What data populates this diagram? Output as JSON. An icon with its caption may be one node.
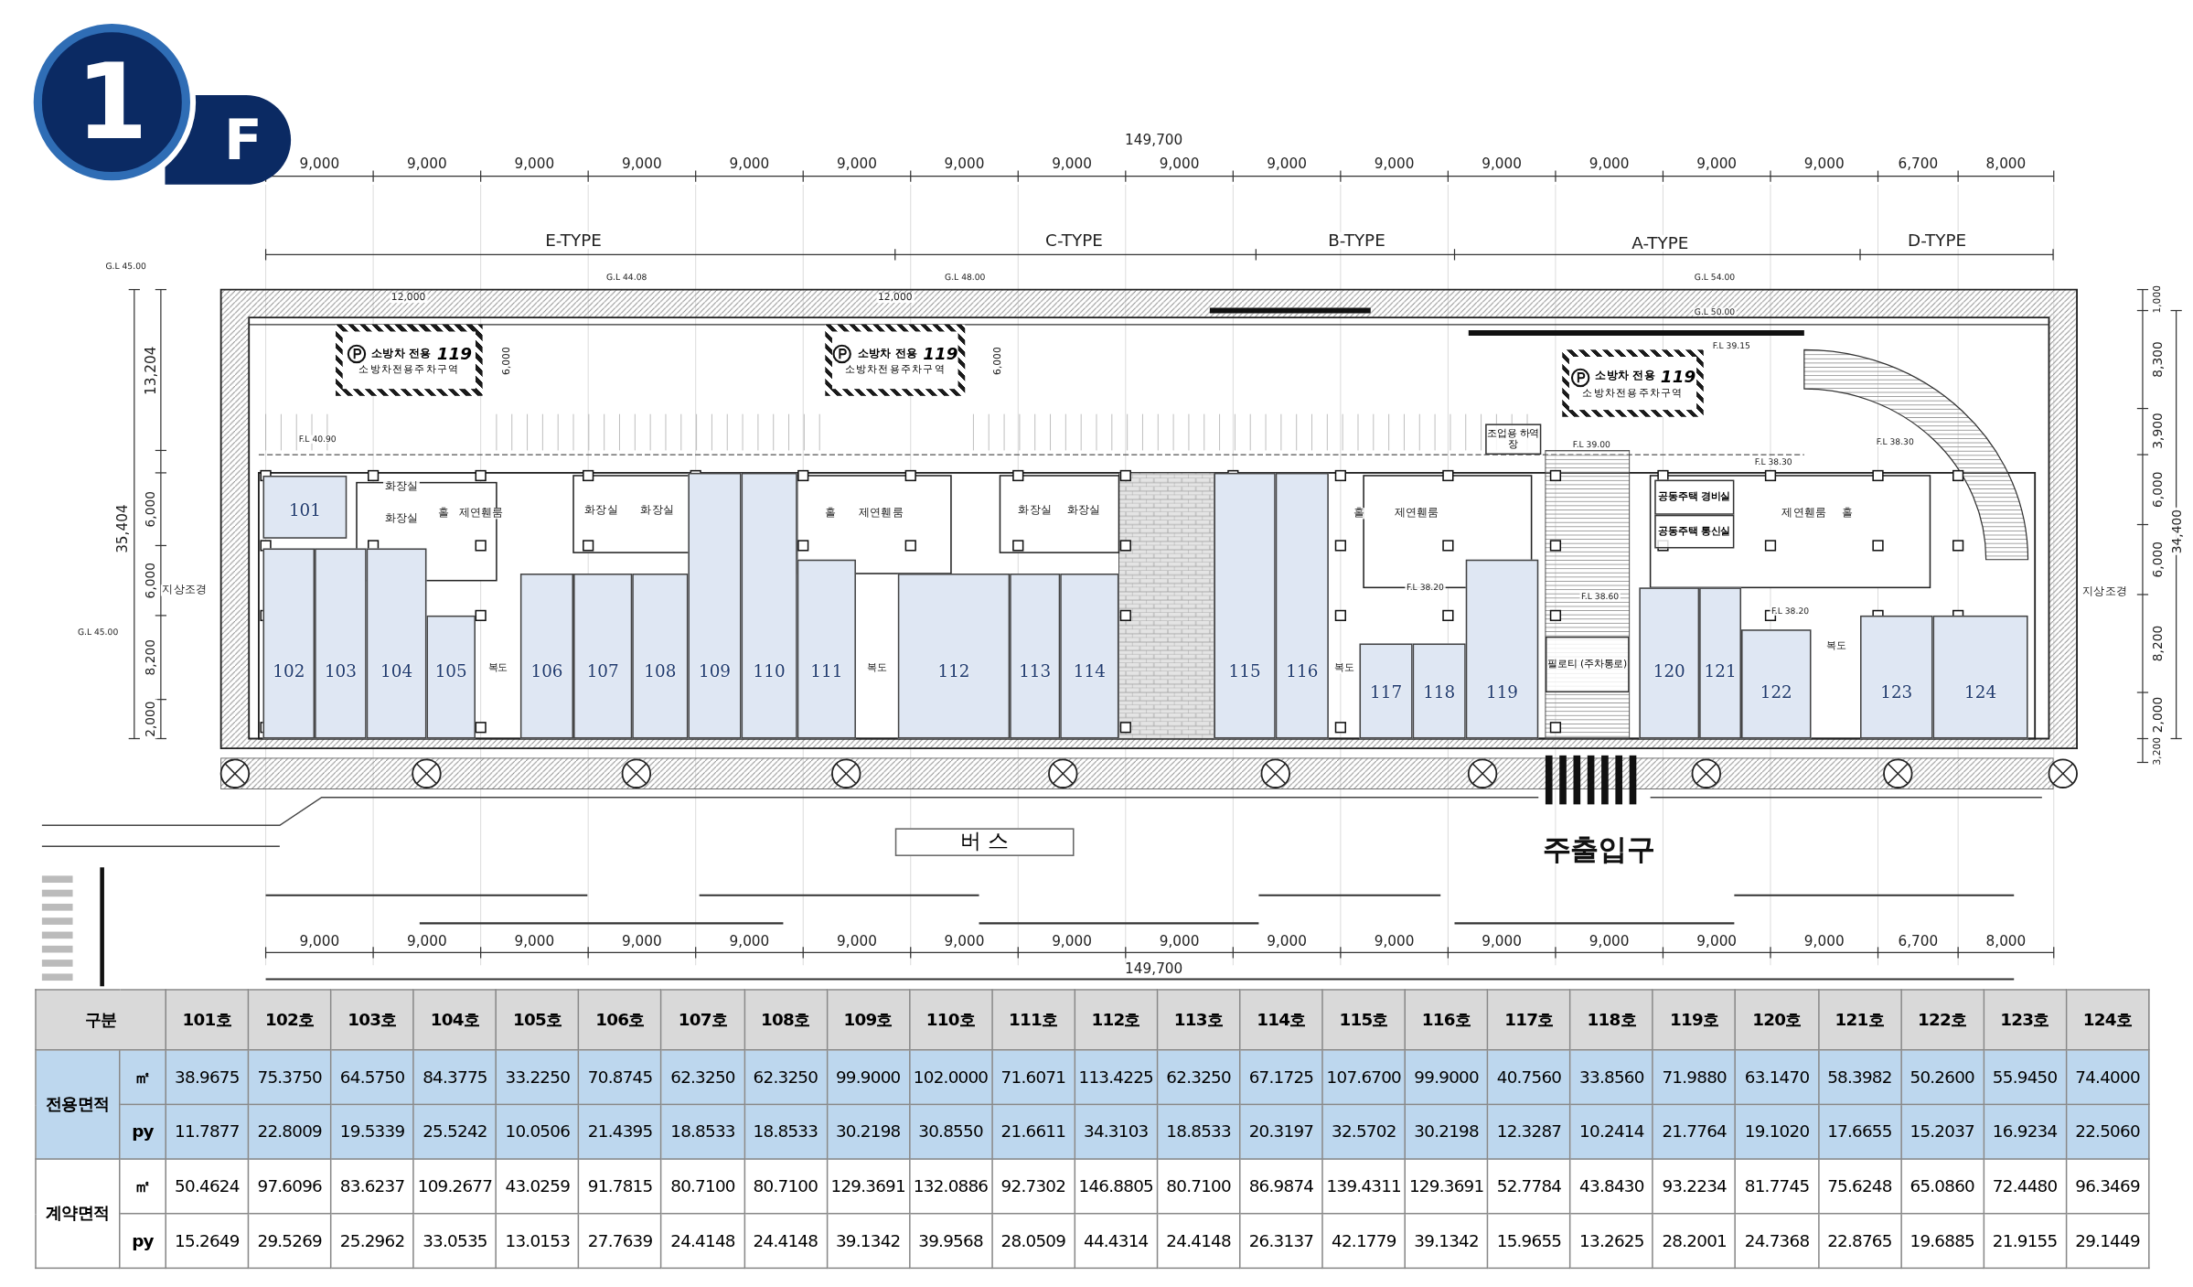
{
  "diagram": {
    "nodes": [
      {
        "text": [
          "101"
        ]
      },
      {
        "text": [
          "102"
        ]
      },
      {
        "text": [
          "103"
        ]
      },
      {
        "text": [
          "104"
        ]
      },
      {
        "text": [
          "105"
        ]
      },
      {
        "text": [
          "106"
        ]
      },
      {
        "text": [
          "107"
        ]
      },
      {
        "text": [
          "108"
        ]
      },
      {
        "text": [
          "109"
        ]
      },
      {
        "text": [
          "110"
        ]
      },
      {
        "text": [
          "111"
        ]
      },
      {
        "text": [
          "112"
        ]
      },
      {
        "text": [
          "113"
        ]
      },
      {
        "text": [
          "114"
        ]
      },
      {
        "text": [
          "115"
        ]
      },
      {
        "text": [
          "116"
        ]
      },
      {
        "text": [
          "117"
        ]
      },
      {
        "text": [
          "118"
        ]
      },
      {
        "text": [
          "119"
        ]
      },
      {
        "text": [
          "120"
        ]
      },
      {
        "text": [
          "121"
        ]
      },
      {
        "text": [
          "122"
        ]
      },
      {
        "text": [
          "123"
        ]
      },
      {
        "text": [
          "124"
        ]
      },
      {
        "text": [
          "소방차 전용",
          "119",
          "소방차전용주차구역"
        ]
      },
      {
        "text": [
          "소방차 전용",
          "119",
          "소방차전용주차구역"
        ]
      },
      {
        "text": [
          "소방차 전용",
          "119",
          "소방차전용주차구역"
        ]
      },
      {
        "text": [
          "공동주택 경비실"
        ]
      },
      {
        "text": [
          "공동주택 통신실"
        ]
      },
      {
        "text": [
          "필로티 (주차통로)"
        ]
      },
      {
        "text": [
          "조업용 하역장"
        ]
      },
      {
        "text": [
          "버 스"
        ]
      }
    ],
    "labels": [
      "1",
      "F",
      "149,700",
      "9,000",
      "9,000",
      "9,000",
      "9,000",
      "9,000",
      "9,000",
      "9,000",
      "9,000",
      "9,000",
      "9,000",
      "9,000",
      "9,000",
      "9,000",
      "9,000",
      "9,000",
      "6,700",
      "8,000",
      "E-TYPE",
      "C-TYPE",
      "B-TYPE",
      "A-TYPE",
      "D-TYPE",
      "G.L 45.00",
      "G.L 44.08",
      "G.L 48.00",
      "G.L 54.00",
      "G.L 50.00",
      "12,000",
      "12,000",
      "6,000",
      "6,000",
      "F.L 40.90",
      "F.L 39.00",
      "F.L 39.15",
      "F.L 38.30",
      "F.L 38.30",
      "13,204",
      "35,404",
      "6,000",
      "6,000",
      "8,200",
      "2,000",
      "G.L 45.00",
      "1,000",
      "8,300",
      "3,900",
      "6,000",
      "34,400",
      "6,000",
      "8,200",
      "2,000",
      "3,200",
      "F.L 38.20",
      "F.L 38.20",
      "F.L 38.60",
      "9,000",
      "9,000",
      "9,000",
      "9,000",
      "9,000",
      "9,000",
      "9,000",
      "9,000",
      "9,000",
      "9,000",
      "9,000",
      "9,000",
      "9,000",
      "9,000",
      "9,000",
      "6,700",
      "8,000",
      "149,700",
      "지상조경",
      "지상조경",
      "복도",
      "복도",
      "복도",
      "복도",
      "홀",
      "제연휀룸",
      "홀",
      "제연휀룸",
      "홀",
      "제연휀룸",
      "제연휀룸",
      "홀",
      "화장실",
      "화장실",
      "화장실",
      "화장실",
      "화장실",
      "화장실",
      "주출입구",
      "구분",
      "101호",
      "102호",
      "103호",
      "104호",
      "105호",
      "106호",
      "107호",
      "108호",
      "109호",
      "110호",
      "111호",
      "112호",
      "113호",
      "114호",
      "115호",
      "116호",
      "117호",
      "118호",
      "119호",
      "120호",
      "121호",
      "122호",
      "123호",
      "124호",
      "전용면적",
      "㎡",
      "38.9675",
      "75.3750",
      "64.5750",
      "84.3775",
      "33.2250",
      "70.8745",
      "62.3250",
      "62.3250",
      "99.9000",
      "102.0000",
      "71.6071",
      "113.4225",
      "62.3250",
      "67.1725",
      "107.6700",
      "99.9000",
      "40.7560",
      "33.8560",
      "71.9880",
      "63.1470",
      "58.3982",
      "50.2600",
      "55.9450",
      "74.4000",
      "py",
      "11.7877",
      "22.8009",
      "19.5339",
      "25.5242",
      "10.0506",
      "21.4395",
      "18.8533",
      "18.8533",
      "30.2198",
      "30.8550",
      "21.6611",
      "34.3103",
      "18.8533",
      "20.3197",
      "32.5702",
      "30.2198",
      "12.3287",
      "10.2414",
      "21.7764",
      "19.1020",
      "17.6655",
      "15.2037",
      "16.9234",
      "22.5060",
      "계약면적",
      "㎡",
      "50.4624",
      "97.6096",
      "83.6237",
      "109.2677",
      "43.0259",
      "91.7815",
      "80.7100",
      "80.7100",
      "129.3691",
      "132.0886",
      "92.7302",
      "146.8805",
      "80.7100",
      "86.9874",
      "139.4311",
      "129.3691",
      "52.7784",
      "43.8430",
      "93.2234",
      "81.7745",
      "75.6248",
      "65.0860",
      "72.4480",
      "96.3469",
      "py",
      "15.2649",
      "29.5269",
      "25.2962",
      "33.0535",
      "13.0153",
      "27.7639",
      "24.4148",
      "24.4148",
      "39.1342",
      "39.9568",
      "28.0509",
      "44.4314",
      "24.4148",
      "26.3137",
      "42.1779",
      "39.1342",
      "15.9655",
      "13.2625",
      "28.2001",
      "24.7368",
      "22.8765",
      "19.6885",
      "21.9155",
      "29.1449"
    ]
  }
}
